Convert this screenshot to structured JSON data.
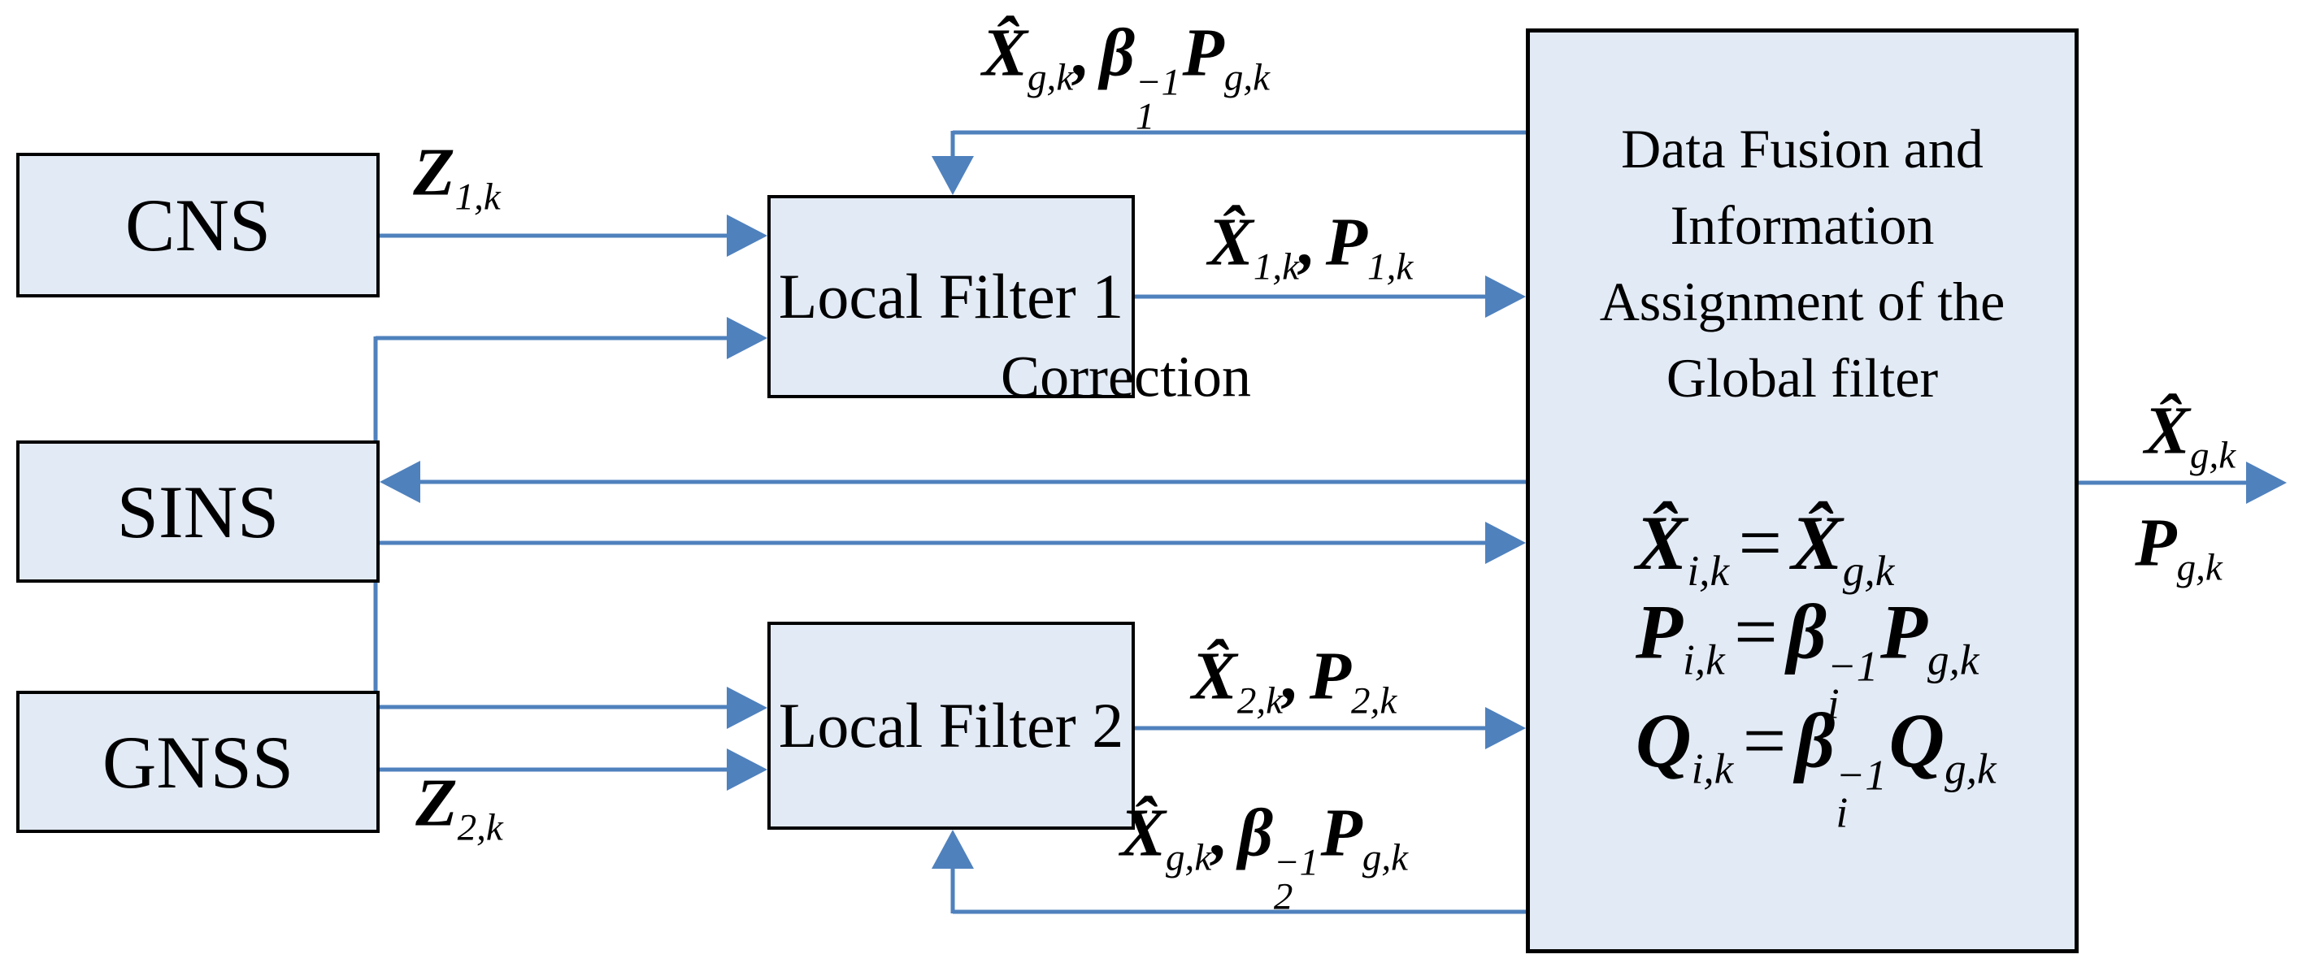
{
  "colors": {
    "box_fill": "#e2eaf5",
    "line_blue": "#4f81bd",
    "ink": "#000000"
  },
  "boxes": {
    "cns": {
      "label": "CNS"
    },
    "sins": {
      "label": "SINS"
    },
    "gnss": {
      "label": "GNSS"
    },
    "filter1": {
      "label": "Local Filter 1"
    },
    "filter2": {
      "label": "Local Filter 2"
    },
    "fusion": {
      "title_lines": [
        "Data Fusion and",
        "Information",
        "Assignment of the",
        "Global filter"
      ]
    }
  },
  "labels": {
    "z1": {
      "main": "Z",
      "sub": "1,k"
    },
    "z2": {
      "main": "Z",
      "sub": "2,k"
    },
    "filter1_out": {
      "m1": "X̂",
      "s1": "1,k",
      "sep": ",",
      "m2": "P",
      "s2": "1,k"
    },
    "filter2_out": {
      "m1": "X̂",
      "s1": "2,k",
      "sep": ",",
      "m2": "P",
      "s2": "2,k"
    },
    "feedback1": {
      "m1": "X̂",
      "s1": "g,k",
      "sep": ",",
      "beta": "β",
      "beta_sup": "−1",
      "beta_sub": "1",
      "m2": "P",
      "s2": "g,k"
    },
    "feedback2": {
      "m1": "X̂",
      "s1": "g,k",
      "sep": ",",
      "beta": "β",
      "beta_sup": "−1",
      "beta_sub": "2",
      "m2": "P",
      "s2": "g,k"
    },
    "correction": "Correction",
    "output_x": {
      "main": "X̂",
      "sub": "g,k"
    },
    "output_p": {
      "main": "P",
      "sub": "g,k"
    }
  },
  "equations": [
    {
      "lhs": "X̂",
      "lhs_sub": "i,k",
      "op": "=",
      "rhs": "X̂",
      "rhs_sub": "g,k"
    },
    {
      "lhs": "P",
      "lhs_sub": "i,k",
      "op": "=",
      "beta": "β",
      "beta_sup": "−1",
      "beta_sub": "i",
      "rhs": "P",
      "rhs_sub": "g,k"
    },
    {
      "lhs": "Q",
      "lhs_sub": "i,k",
      "op": "=",
      "beta": "β",
      "beta_sup": "−1",
      "beta_sub": "i",
      "rhs": "Q",
      "rhs_sub": "g,k"
    }
  ]
}
